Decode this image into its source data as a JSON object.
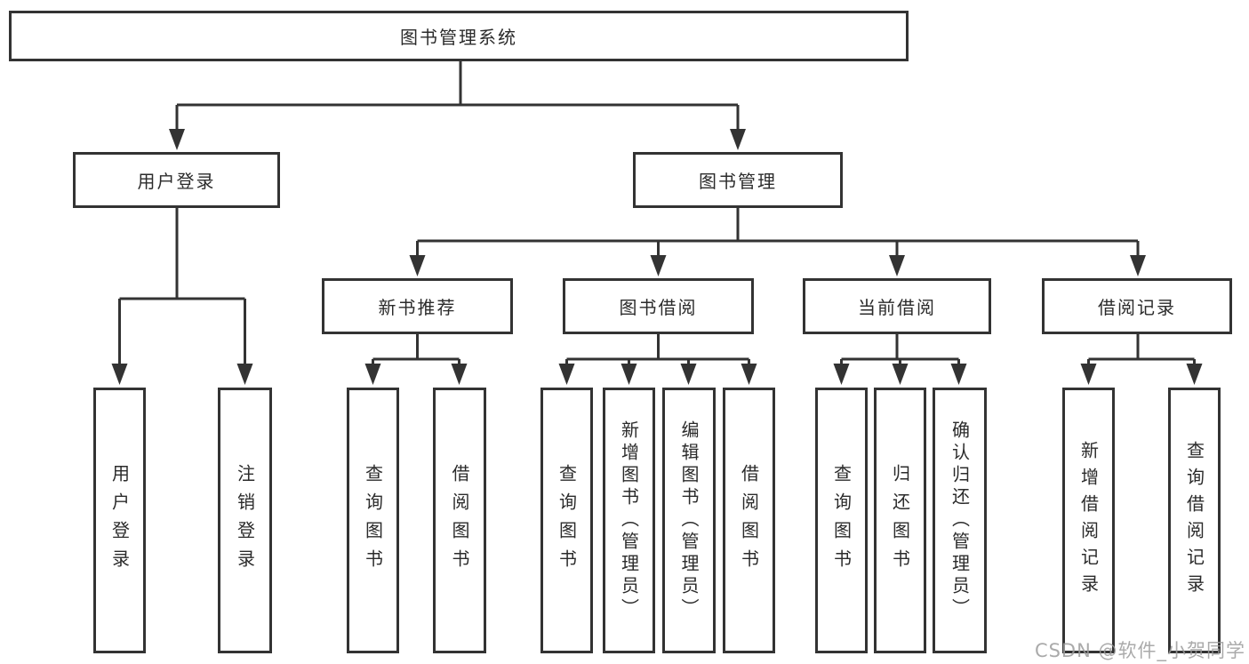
{
  "diagram": {
    "root": {
      "label": "图书管理系统"
    },
    "level2": [
      {
        "label": "用户登录"
      },
      {
        "label": "图书管理"
      }
    ],
    "level3": [
      {
        "label": "新书推荐"
      },
      {
        "label": "图书借阅"
      },
      {
        "label": "当前借阅"
      },
      {
        "label": "借阅记录"
      }
    ],
    "leaves": {
      "user_login": [
        {
          "label": "用户登录"
        },
        {
          "label": "注销登录"
        }
      ],
      "new_book_rec": [
        {
          "label": "查询图书"
        },
        {
          "label": "借阅图书"
        }
      ],
      "book_borrow": [
        {
          "label": "查询图书"
        },
        {
          "label": "新增图书（管理员）"
        },
        {
          "label": "编辑图书（管理员）"
        },
        {
          "label": "借阅图书"
        }
      ],
      "current_borrow": [
        {
          "label": "查询图书"
        },
        {
          "label": "归还图书"
        },
        {
          "label": "确认归还（管理员）"
        }
      ],
      "borrow_record": [
        {
          "label": "新增借阅记录"
        },
        {
          "label": "查询借阅记录"
        }
      ]
    },
    "watermark": "CSDN @软件_小贺同学",
    "colors": {
      "line": "#333333",
      "box_border": "#333333",
      "text": "#2b2b2b",
      "background": "#ffffff",
      "watermark": "#9c9c9c"
    }
  }
}
